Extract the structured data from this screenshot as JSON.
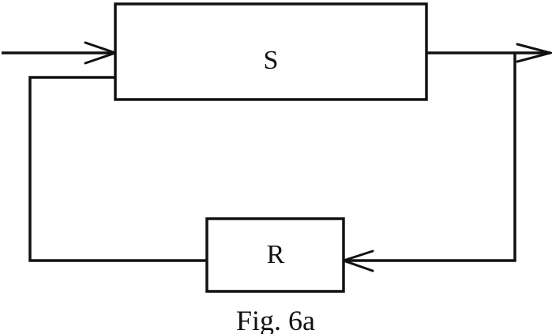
{
  "blocks": {
    "system": {
      "label": "S"
    },
    "regulator": {
      "label": "R"
    }
  },
  "caption": "Fig. 6a",
  "colors": {
    "ink": "#111111",
    "background": "#ffffff"
  }
}
